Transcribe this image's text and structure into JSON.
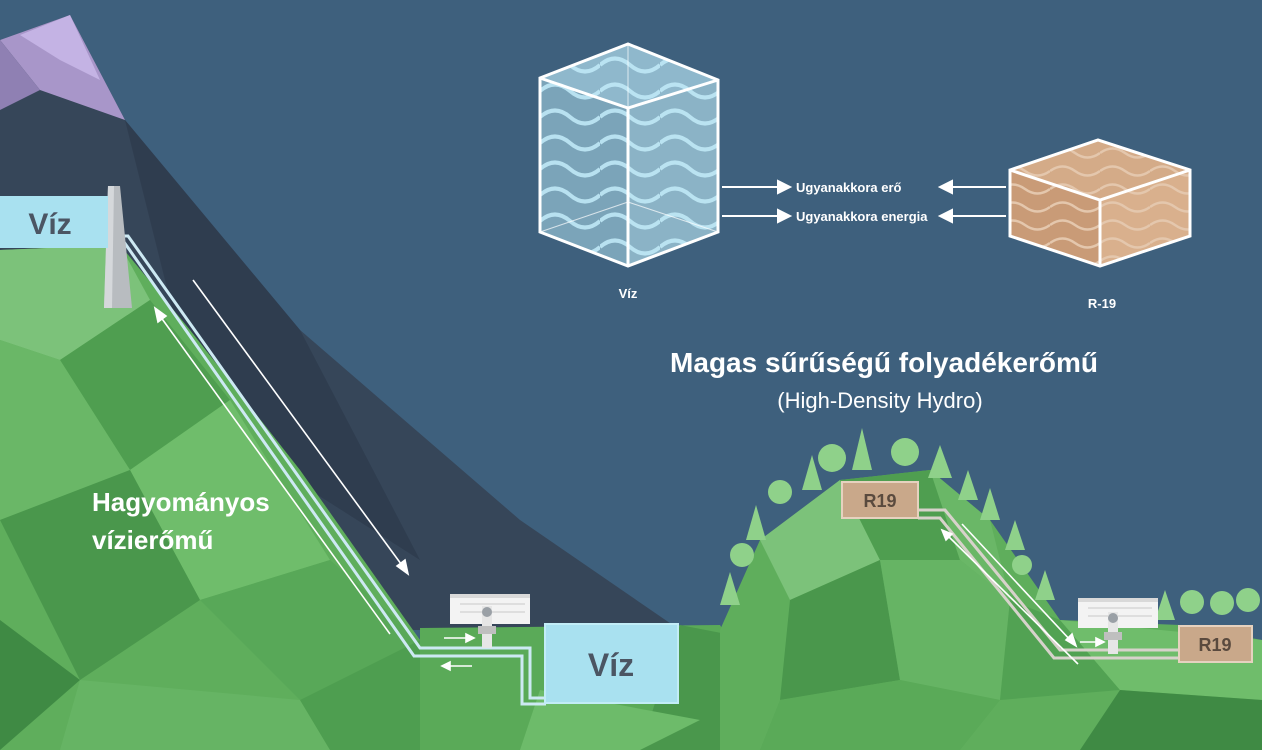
{
  "colors": {
    "sky": "#3e607d",
    "mountain": "#3a4a5e",
    "snow": "#b9a7d8",
    "grass": "#5aa85a",
    "grass_light": "#7cc27a",
    "grass_dark": "#3e8a45",
    "water_box": "#a9e1f0",
    "water_text": "#4b5563",
    "r19_box": "#c9a88a",
    "r19_text": "#5a4a3e",
    "pipe": "#cde9f3",
    "arrow": "#ffffff"
  },
  "labels": {
    "upper_water": "Víz",
    "lower_water": "Víz",
    "upper_r19": "R19",
    "lower_r19": "R19",
    "traditional_line1": "Hagyományos",
    "traditional_line2": "vízierőmű",
    "high_density_title": "Magas sűrűségű folyadékerőmű",
    "high_density_subtitle": "(High-Density Hydro)",
    "comparison_top": "Ugyanakkora erő",
    "comparison_bottom": "Ugyanakkora energia",
    "cube_water_caption": "Víz",
    "cube_r19_caption": "R-19"
  },
  "icons": [
    "dam-tower-icon",
    "powerhouse-icon",
    "turbine-icon",
    "tree-icon",
    "water-cube-icon",
    "r19-block-icon"
  ]
}
